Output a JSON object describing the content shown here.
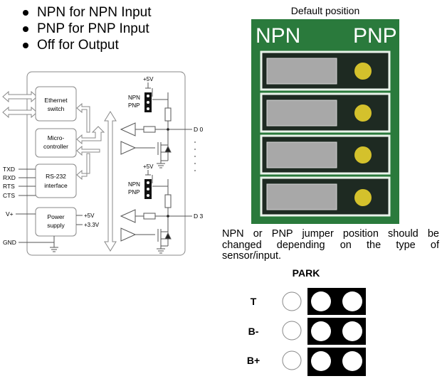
{
  "bullets": [
    "NPN for NPN Input",
    "PNP for PNP Input",
    "Off for Output"
  ],
  "schematic": {
    "ethernet_label": [
      "Ethernet",
      "switch"
    ],
    "micro_label": [
      "Micro-",
      "controller"
    ],
    "rs232_label": [
      "RS-232",
      "interface"
    ],
    "power_label": [
      "Power",
      "supply"
    ],
    "power_out_5v": "+5V",
    "power_out_33v": "+3.3V",
    "supply_5v_top": "+5V",
    "supply_5v_bottom": "+5V",
    "jumper_npn": "NPN",
    "jumper_pnp": "PNP",
    "ch_d0": "D 0",
    "ch_d3": "D 3",
    "sig_txd": "TXD",
    "sig_rxd": "RXD",
    "sig_rts": "RTS",
    "sig_cts": "CTS",
    "sig_vplus": "V+",
    "sig_gnd": "GND"
  },
  "default_position": {
    "title": "Default position",
    "npn": "NPN",
    "pnp": "PNP",
    "board_color": "#2a7a3c"
  },
  "caption": "NPN or PNP jumper position should be changed depending on the type of sensor/input.",
  "park": {
    "title": "PARK",
    "rows": [
      "T",
      "B-",
      "B+"
    ]
  }
}
